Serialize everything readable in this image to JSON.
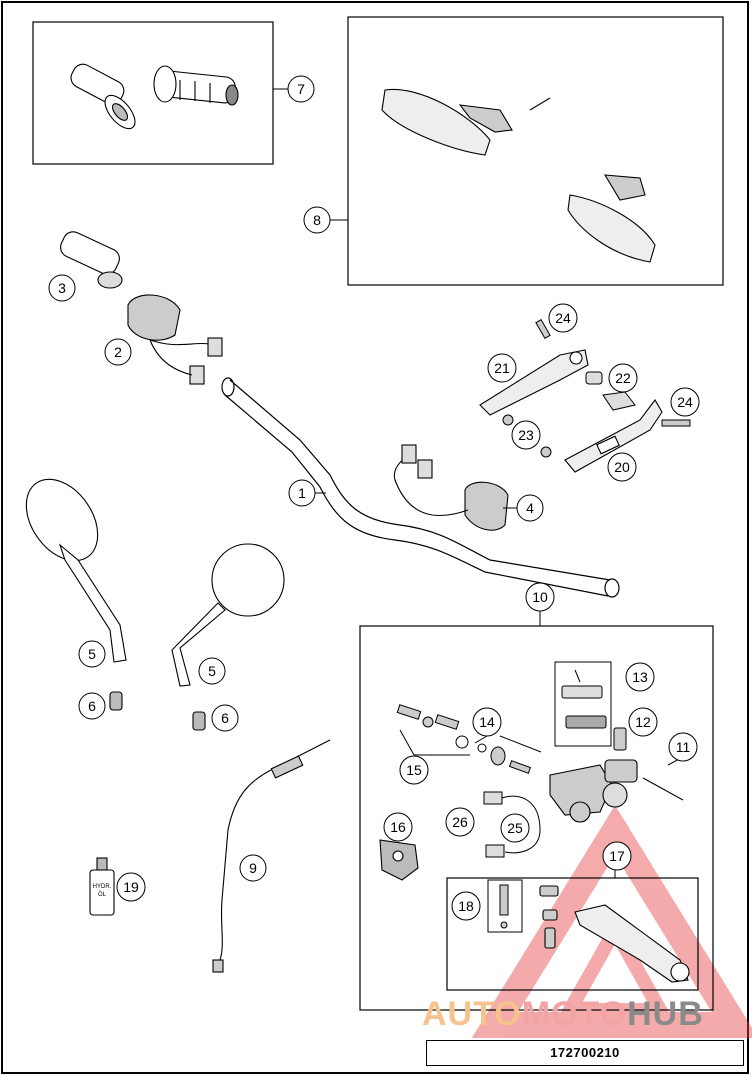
{
  "callouts": [
    "1",
    "2",
    "3",
    "4",
    "5",
    "5",
    "6",
    "6",
    "7",
    "8",
    "9",
    "10",
    "11",
    "12",
    "13",
    "14",
    "15",
    "16",
    "17",
    "18",
    "19",
    "20",
    "21",
    "22",
    "23",
    "24",
    "24",
    "25",
    "26"
  ],
  "labels": {
    "oil_bottle_line1": "HYDR.",
    "oil_bottle_line2": "ÖL"
  },
  "drawing_number": "172700210",
  "watermark": {
    "part1": "AUTO",
    "part2": "MOTO",
    "part3": "HUB",
    "color_auto": "#f6c38e",
    "color_moto": "#f3a3a3",
    "color_hub": "#8a8a8a"
  }
}
